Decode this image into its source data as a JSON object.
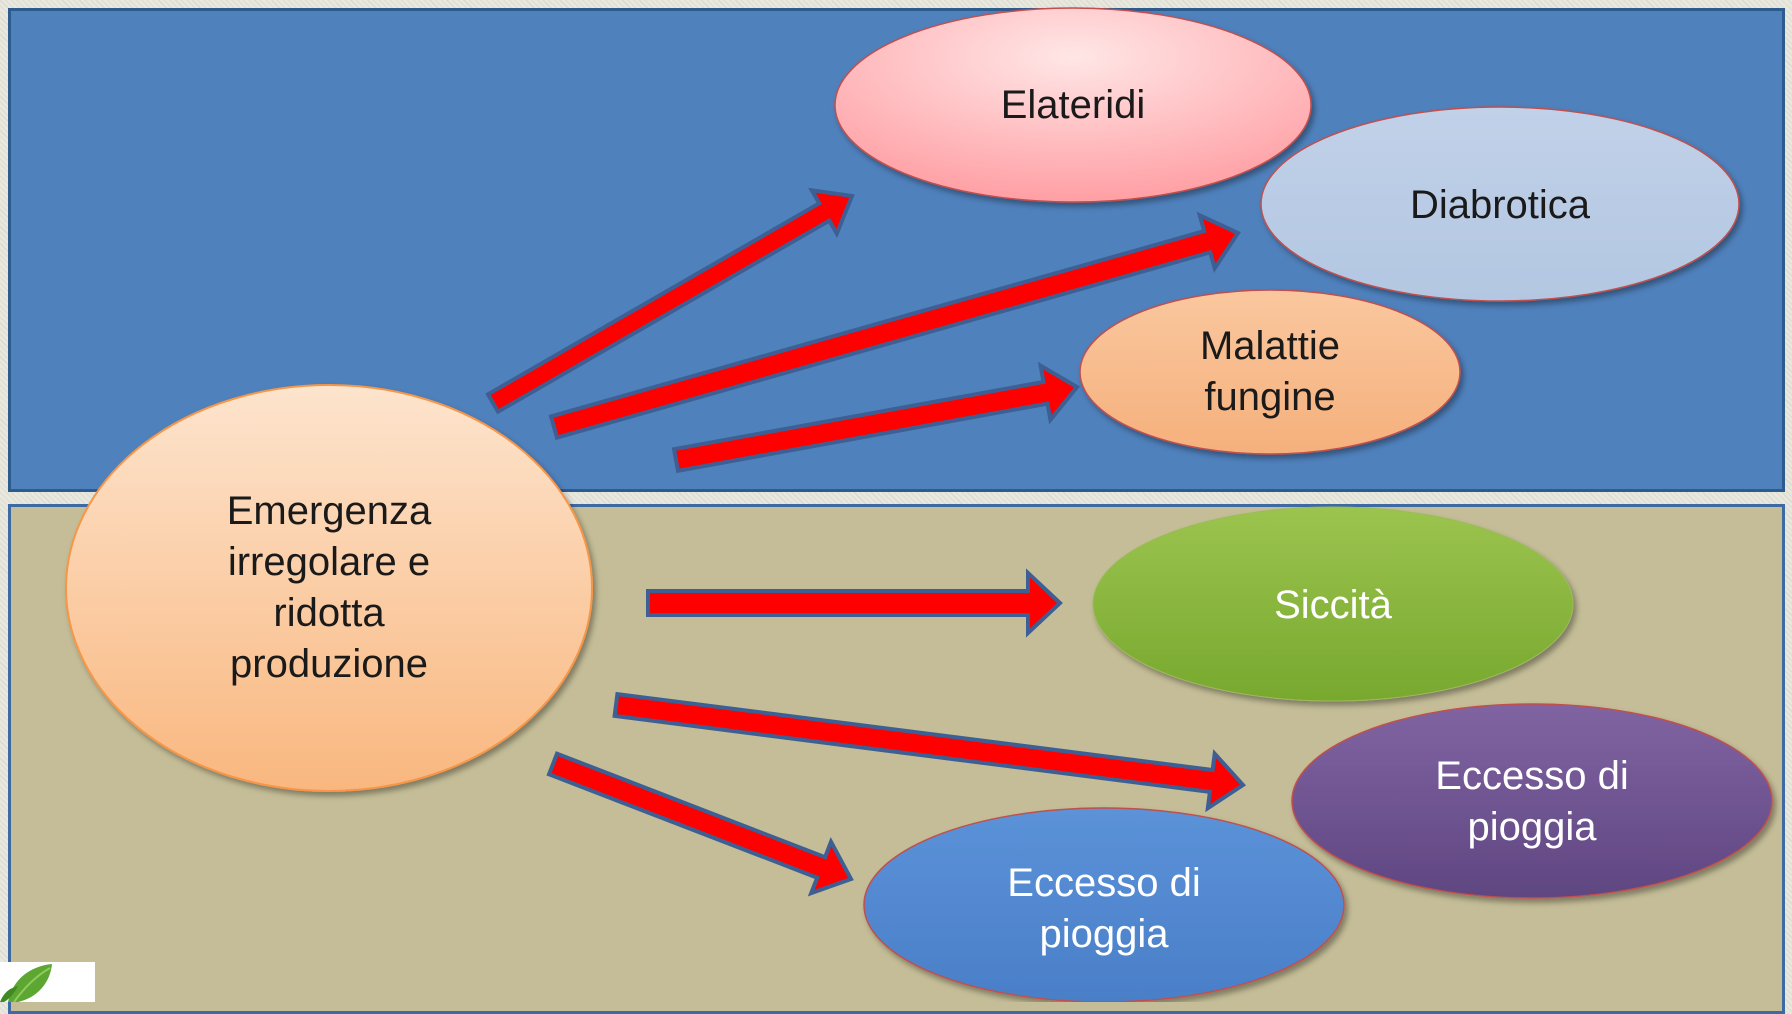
{
  "colors": {
    "top_panel": "#4f81bd",
    "bottom_panel": "#c4bd97",
    "arrow_fill": "#ff0000",
    "arrow_outline": "#3e5f93"
  },
  "center": {
    "label": "Emergenza\nirregolare e\nridotta\nproduzione"
  },
  "top": {
    "elateridi": {
      "label": "Elateridi"
    },
    "diabrotica": {
      "label": "Diabrotica"
    },
    "malattie": {
      "label": "Malattie\nfungine"
    }
  },
  "bottom": {
    "siccita": {
      "label": "Siccità"
    },
    "eccesso_viola": {
      "label": "Eccesso di\npioggia"
    },
    "eccesso_blu": {
      "label": "Eccesso di\npioggia"
    }
  },
  "decor": {
    "corner_image": "leaf-icon"
  }
}
